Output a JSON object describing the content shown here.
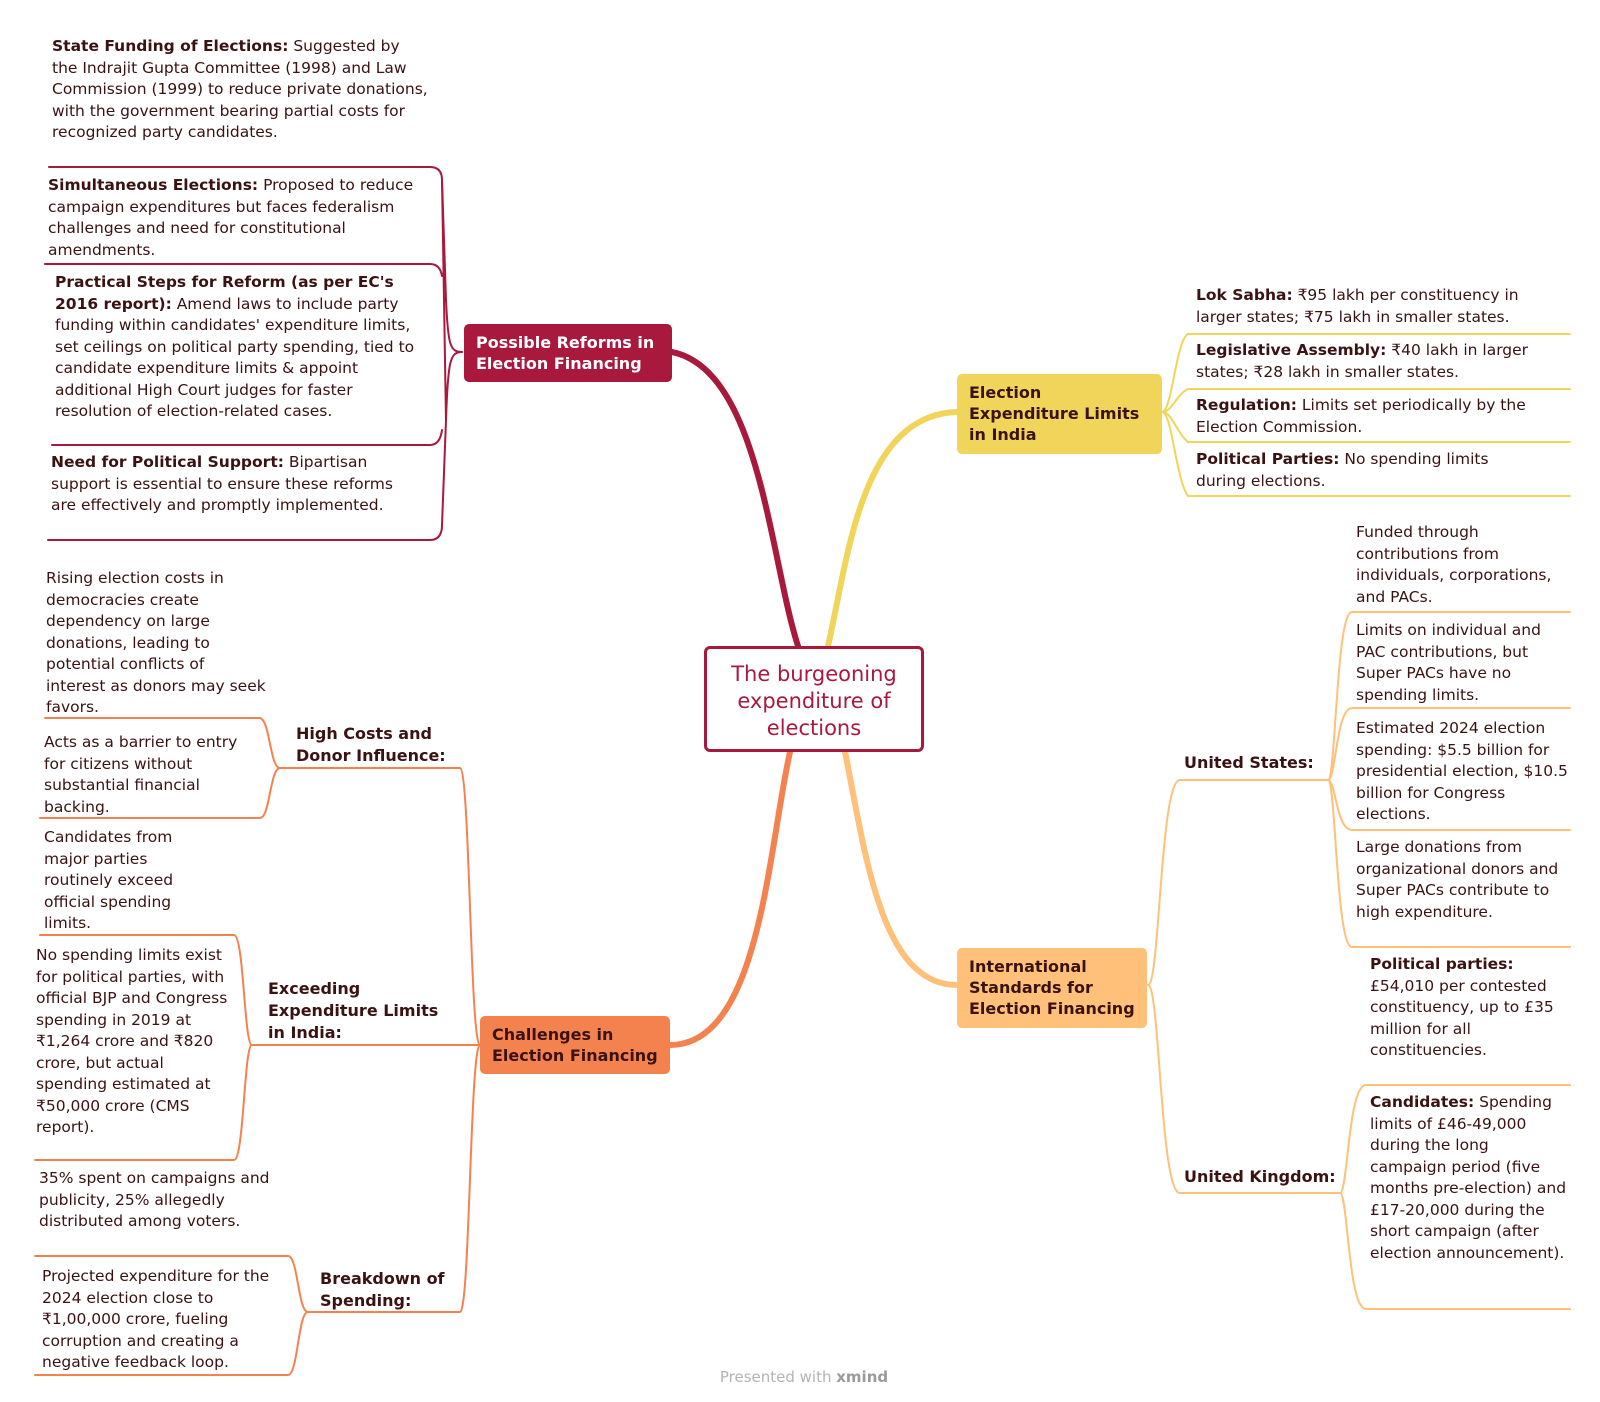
{
  "center": {
    "title": "The burgeoning expenditure of elections"
  },
  "colors": {
    "reform": "#a8193d",
    "limits": "#f0d55a",
    "international": "#ffc07a",
    "challenges": "#f4824f"
  },
  "reforms": {
    "title": "Possible Reforms in Election Financing",
    "items": [
      {
        "label": "State Funding of Elections:",
        "text": " Suggested by the Indrajit Gupta Committee (1998) and Law Commission (1999) to reduce private donations, with the government bearing partial costs for recognized party candidates."
      },
      {
        "label": "Simultaneous Elections:",
        "text": " Proposed to reduce campaign expenditures but faces federalism challenges and need for constitutional amendments."
      },
      {
        "label": "Practical Steps for Reform (as per EC's 2016 report):",
        "text": " Amend laws to include party funding within candidates' expenditure limits, set ceilings on political party spending, tied to candidate expenditure limits & appoint additional High Court judges for faster resolution of election-related cases."
      },
      {
        "label": "Need for Political Support:",
        "text": " Bipartisan support is essential to ensure these reforms are effectively and promptly implemented."
      }
    ]
  },
  "limits": {
    "title": "Election Expenditure Limits in India",
    "items": [
      {
        "label": "Lok Sabha:",
        "text": " ₹95 lakh per constituency in larger states; ₹75 lakh in smaller states."
      },
      {
        "label": "Legislative Assembly:",
        "text": " ₹40 lakh in larger states; ₹28 lakh in smaller states."
      },
      {
        "label": "Regulation:",
        "text": " Limits set periodically by the Election Commission."
      },
      {
        "label": "Political Parties:",
        "text": " No spending limits during elections."
      }
    ]
  },
  "international": {
    "title": "International Standards for Election Financing",
    "us": {
      "label": "United States:",
      "items": [
        "Funded through contributions from individuals, corporations, and PACs.",
        "Limits on individual and PAC contributions, but Super PACs have no spending limits.",
        "Estimated 2024 election spending: $5.5 billion for presidential election, $10.5 billion for Congress elections.",
        "Large donations from organizational donors and Super PACs contribute to high expenditure."
      ]
    },
    "uk": {
      "label": "United Kingdom:",
      "items": [
        {
          "label": "Political parties:",
          "text": " £54,010 per contested constituency, up to £35 million for all constituencies."
        },
        {
          "label": "Candidates:",
          "text": " Spending limits of £46-49,000 during the long campaign period (five months pre-election) and £17-20,000 during the short campaign (after election announcement)."
        }
      ]
    }
  },
  "challenges": {
    "title": "Challenges in Election Financing",
    "groups": [
      {
        "label": "High Costs and Donor Influence:",
        "items": [
          "Rising election costs in democracies create dependency on large donations, leading to potential conflicts of interest as donors may seek favors.",
          "Acts as a barrier to entry for citizens without substantial financial backing."
        ]
      },
      {
        "label": "Exceeding Expenditure Limits in India:",
        "items": [
          "Candidates from major parties routinely exceed official spending limits.",
          "No spending limits exist for political parties, with official BJP and Congress spending in 2019 at ₹1,264 crore and ₹820 crore, but actual spending estimated at ₹50,000 crore (CMS report)."
        ]
      },
      {
        "label": "Breakdown of Spending:",
        "items": [
          "35% spent on campaigns and publicity, 25% allegedly distributed among voters.",
          "Projected expenditure for the 2024 election close to ₹1,00,000 crore, fueling corruption and creating a negative feedback loop."
        ]
      }
    ]
  },
  "footer": {
    "prefix": "Presented with ",
    "brand": "xmind"
  }
}
